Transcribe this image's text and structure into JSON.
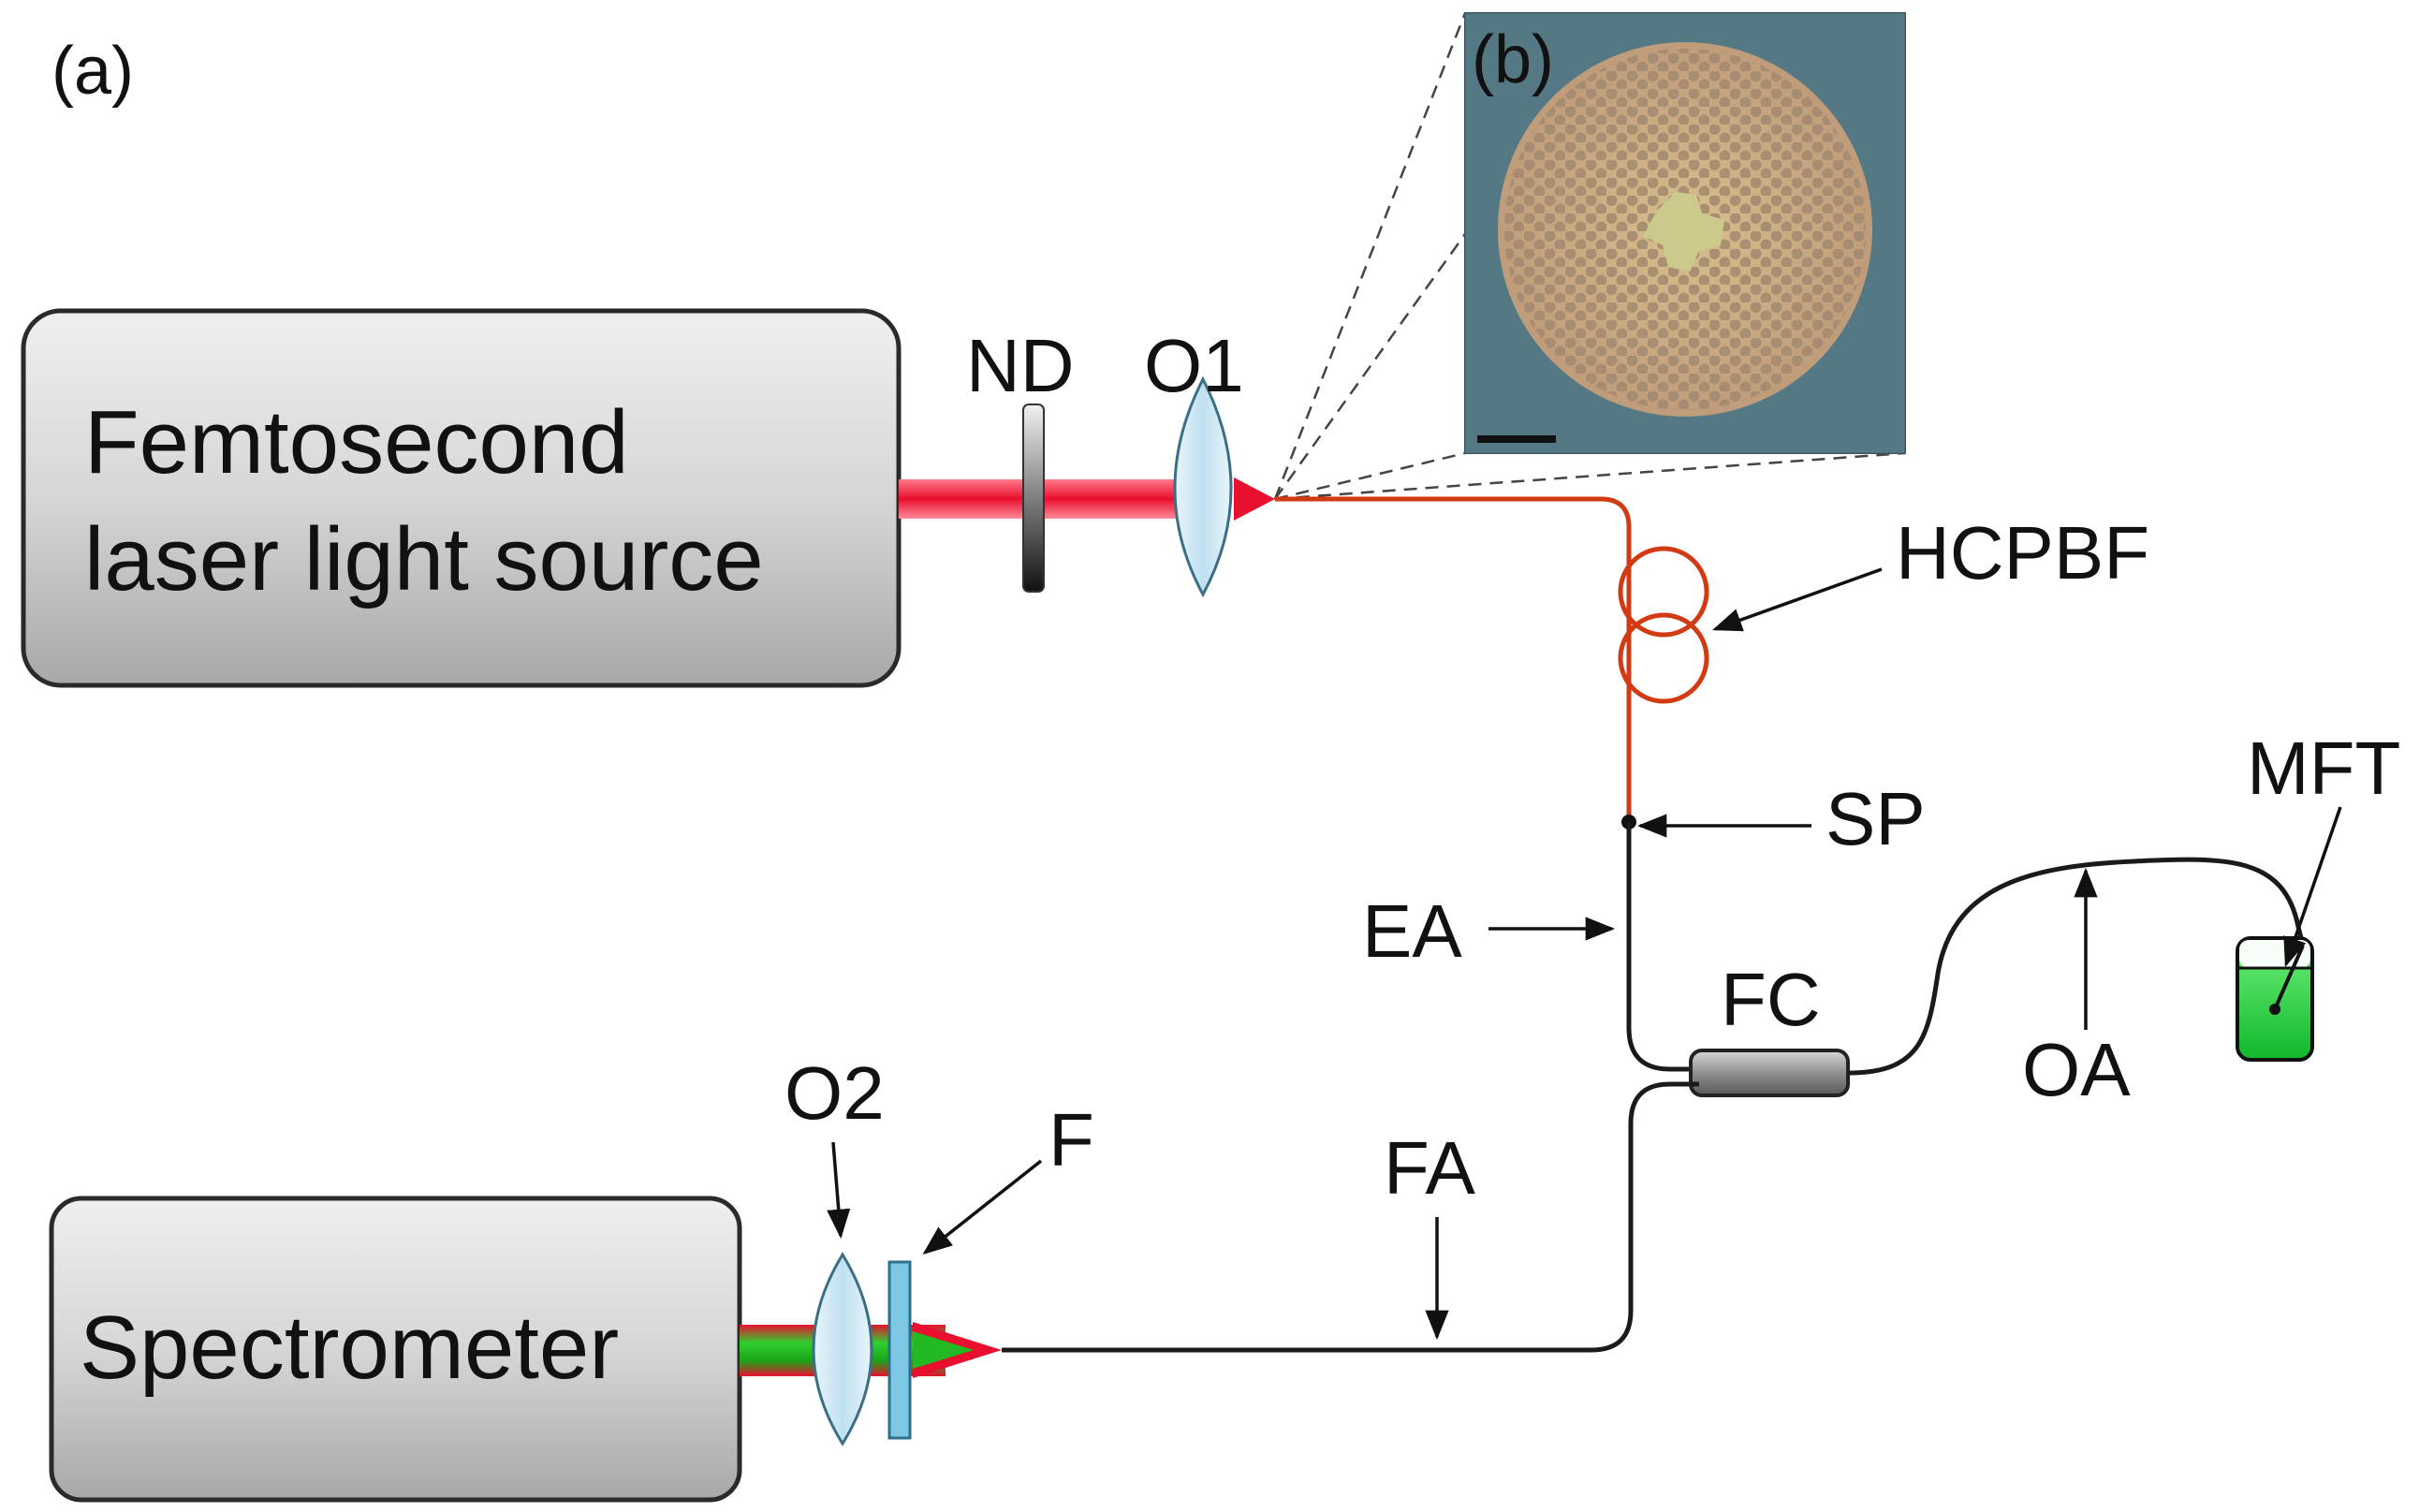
{
  "panel_labels": {
    "a": "(a)",
    "b": "(b)"
  },
  "devices": {
    "laser_line1": "Femtosecond",
    "laser_line2": "laser light source",
    "spectrometer": "Spectrometer"
  },
  "labels": {
    "nd": "ND",
    "o1": "O1",
    "o2": "O2",
    "f": "F",
    "hcpbf": "HCPBF",
    "sp": "SP",
    "ea": "EA",
    "fc": "FC",
    "oa": "OA",
    "fa": "FA",
    "mft": "MFT"
  },
  "colors": {
    "laser_beam": "#e8102e",
    "fiber_red": "#d13a12",
    "fiber_black": "#1a1a1a",
    "device_fill": "#d9d9d9",
    "lens_fill": "#cfe6f2",
    "filter_fill": "#7cc8e4",
    "liquid": "#1fd23a",
    "micrograph_bg": "#4f7480",
    "micrograph_cladding": "#c4a684"
  }
}
